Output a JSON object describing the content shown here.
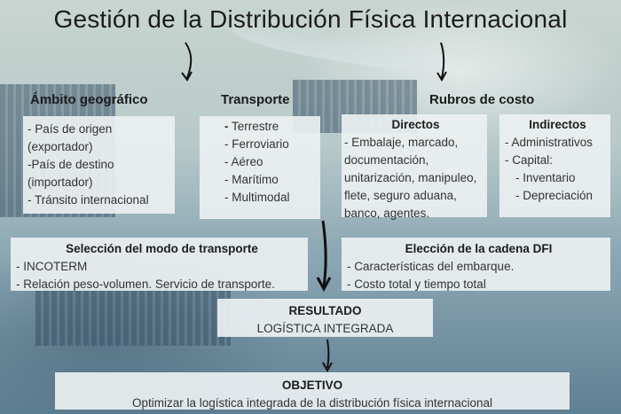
{
  "title": "Gestión de la Distribución Física Internacional",
  "headings": {
    "ambito": "Ámbito geográfico",
    "transporte": "Transporte",
    "rubros": "Rubros de costo"
  },
  "ambito_items": [
    "- País de origen",
    "(exportador)",
    "-País de destino",
    "(importador)",
    "- Tránsito internacional"
  ],
  "transporte_items": {
    "first_dash": "-",
    "first": " Terrestre",
    "rest": [
      "- Ferroviario",
      "- Aéreo",
      "- Marítimo",
      "- Multimodal"
    ]
  },
  "directos": {
    "title": "Directos",
    "lines": [
      "- Embalaje, marcado,",
      "documentación,",
      "unitarización, manipuleo,",
      "flete, seguro aduana,",
      "banco, agentes."
    ]
  },
  "indirectos": {
    "title": "Indirectos",
    "lines": [
      "- Administrativos",
      "- Capital:",
      "- Inventario",
      "- Depreciación"
    ]
  },
  "seleccion": {
    "title": "Selección del modo de transporte",
    "lines": [
      "- INCOTERM",
      "- Relación peso-volumen. Servicio de transporte."
    ]
  },
  "eleccion": {
    "title": "Elección de la cadena DFI",
    "lines": [
      "- Características del embarque.",
      "- Costo total y tiempo total"
    ]
  },
  "resultado": {
    "title": "RESULTADO",
    "text": "LOGÍSTICA INTEGRADA"
  },
  "objetivo": {
    "title": "OBJETIVO",
    "text": "Optimizar la logística integrada de la distribución física internacional"
  }
}
